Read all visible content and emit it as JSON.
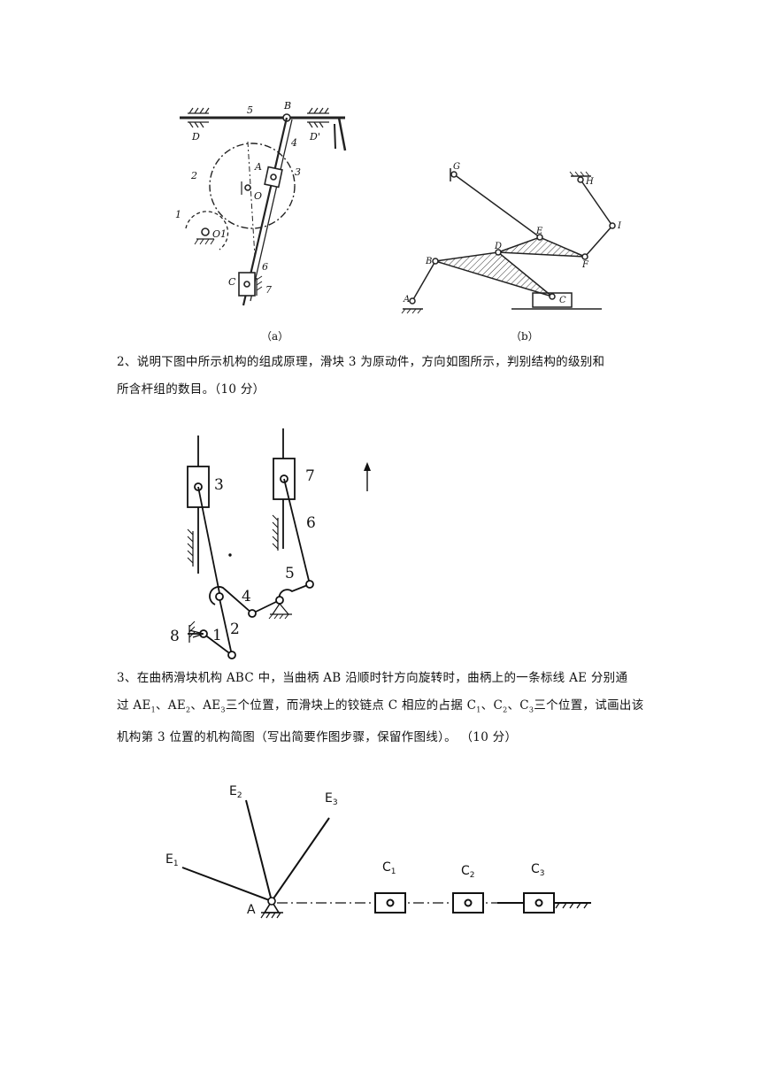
{
  "figure_a": {
    "caption": "（a）",
    "labels": {
      "five": "5",
      "b": "B",
      "d": "D",
      "dp": "D'",
      "four": "4",
      "three": "3",
      "a": "A",
      "two": "2",
      "o": "O",
      "one": "1",
      "o1": "O1",
      "c": "C",
      "six": "6",
      "seven": "7"
    }
  },
  "figure_b": {
    "caption": "（b）",
    "labels": {
      "g": "G",
      "h": "H",
      "i": "I",
      "e": "E",
      "d": "D",
      "f": "F",
      "b": "B",
      "a": "A",
      "c": "C"
    }
  },
  "question2": {
    "line1": "2、说明下图中所示机构的组成原理，滑块 3 为原动件，方向如图所示，判别结构的级别和",
    "line2": "所含杆组的数目。（10 分）",
    "labels": {
      "three": "3",
      "seven": "7",
      "six": "6",
      "five": "5",
      "four": "4",
      "two": "2",
      "one": "1",
      "eight": "8"
    }
  },
  "question3": {
    "line1": "3、在曲柄滑块机构 ABC 中，当曲柄 AB 沿顺时针方向旋转时，曲柄上的一条标线 AE 分别通",
    "line2_a": "过 AE",
    "line2_b": "、AE",
    "line2_c": "、AE",
    "line2_d": "三个位置，而滑块上的铰链点 C 相应的占据 C",
    "line2_e": "、C",
    "line2_f": "、C",
    "line2_g": "三个位置，试画出该",
    "sub1": "1",
    "sub2": "2",
    "sub3": "3",
    "line3": "机构第 3 位置的机构简图（写出简要作图步骤，保留作图线）。  （10 分）",
    "labels": {
      "e1": "E",
      "e2": "E",
      "e3": "E",
      "a": "A",
      "c1": "C",
      "c2": "C",
      "c3": "C",
      "s1": "1",
      "s2": "2",
      "s3": "3"
    }
  }
}
